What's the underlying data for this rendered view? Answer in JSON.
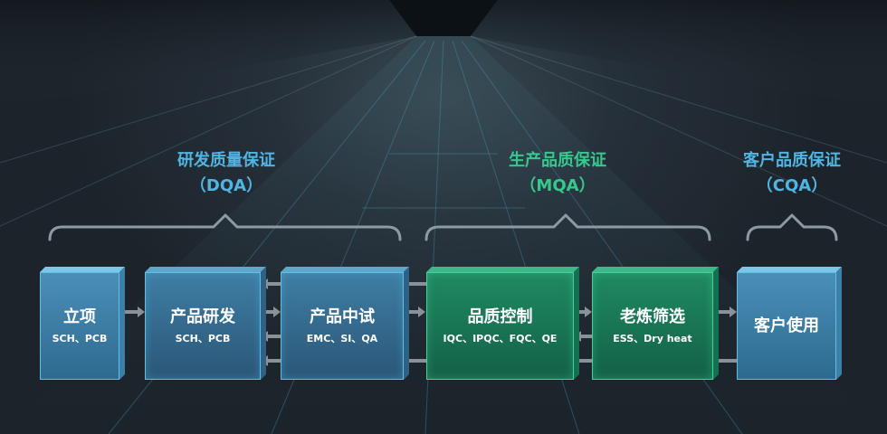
{
  "phases": [
    {
      "title": "研发质量保证",
      "code": "（DQA）",
      "color": "#4fb6e3"
    },
    {
      "title": "生产品质保证",
      "code": "（MQA）",
      "color": "#35c98e"
    },
    {
      "title": "客户品质保证",
      "code": "（CQA）",
      "color": "#4fb6e3"
    }
  ],
  "steps": [
    {
      "title": "立项",
      "sub": "SCH、PCB"
    },
    {
      "title": "产品研发",
      "sub": "SCH、PCB"
    },
    {
      "title": "产品中试",
      "sub": "EMC、SI、QA"
    },
    {
      "title": "品质控制",
      "sub": "IQC、IPQC、FQC、QE"
    },
    {
      "title": "老炼筛选",
      "sub": "ESS、Dry heat"
    },
    {
      "title": "客户使用",
      "sub": ""
    }
  ],
  "colors": {
    "blue_border": "#5fc0e6",
    "green_border": "#47d19a",
    "arrow": "#8a9298",
    "bracket": "#8d9aa2"
  }
}
